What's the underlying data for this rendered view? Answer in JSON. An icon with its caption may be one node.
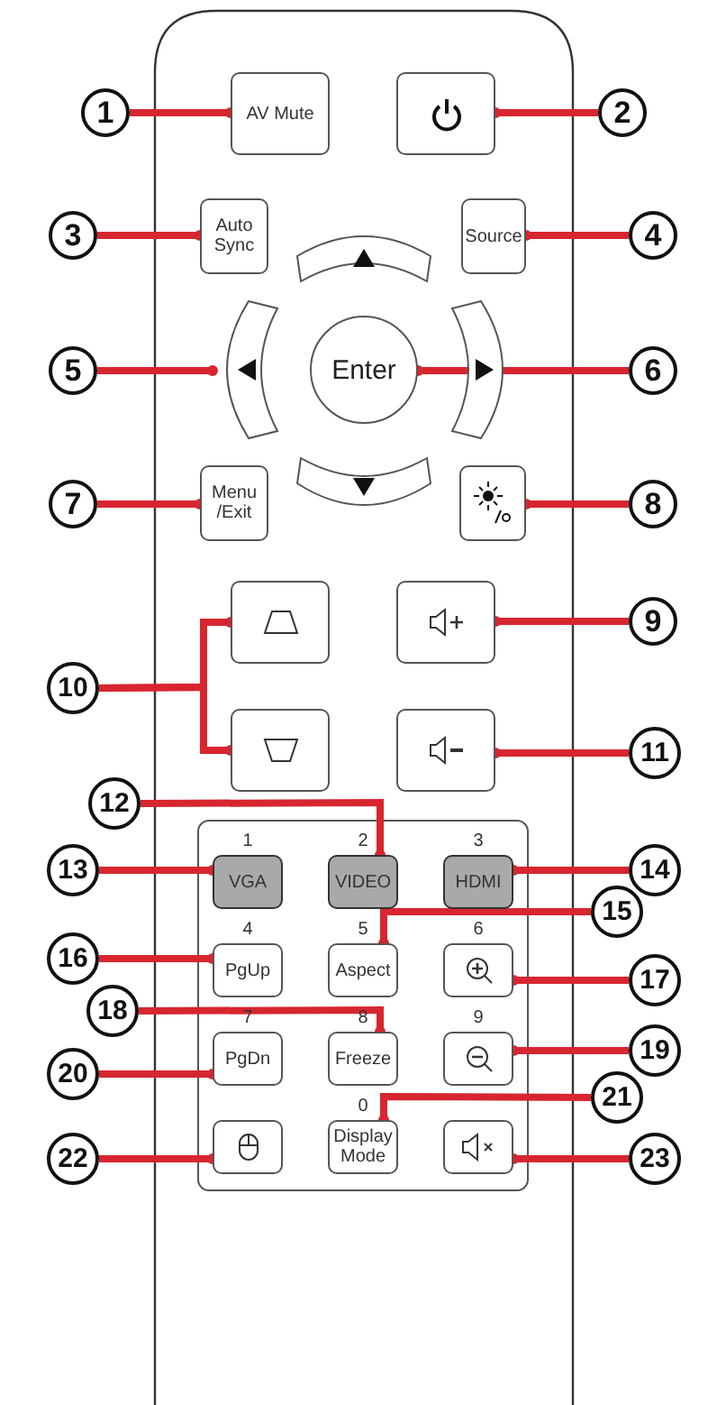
{
  "diagram": {
    "nodes": [
      {
        "text": [
          "1"
        ]
      },
      {
        "text": [
          "AV Mute"
        ]
      },
      {
        "text": [],
        "shape": "box"
      },
      {
        "text": [
          "2"
        ]
      },
      {
        "text": [
          "3"
        ]
      },
      {
        "text": [
          "Auto Sync"
        ]
      },
      {
        "text": [],
        "shape": "box"
      },
      {
        "text": [
          "Source"
        ]
      },
      {
        "text": [
          "4"
        ]
      },
      {
        "text": [
          "5"
        ]
      },
      {
        "text": [],
        "shape": "box"
      },
      {
        "text": [
          "Enter"
        ]
      },
      {
        "text": [],
        "shape": "box"
      },
      {
        "text": [
          "6"
        ]
      },
      {
        "text": [],
        "shape": "box"
      },
      {
        "text": [
          "7"
        ]
      },
      {
        "text": [
          "Menu /Exit"
        ]
      },
      {
        "text": [],
        "shape": "box"
      },
      {
        "text": [
          "8"
        ]
      },
      {
        "text": [],
        "shape": "box"
      },
      {
        "text": [],
        "shape": "box"
      },
      {
        "text": [
          "9"
        ]
      },
      {
        "text": [
          "10"
        ]
      },
      {
        "text": [],
        "shape": "box"
      },
      {
        "text": [],
        "shape": "box"
      },
      {
        "text": [
          "11"
        ]
      },
      {
        "text": [
          "12"
        ]
      },
      {
        "text": [
          "13"
        ]
      },
      {
        "text": [
          "VGA"
        ],
        "beside": [
          "1"
        ]
      },
      {
        "text": [
          "VIDEO"
        ],
        "beside": [
          "2"
        ]
      },
      {
        "text": [
          "HDMI"
        ],
        "beside": [
          "3"
        ]
      },
      {
        "text": [
          "14"
        ]
      },
      {
        "text": [
          "15"
        ]
      },
      {
        "text": [
          "16"
        ]
      },
      {
        "text": [
          "PgUp"
        ],
        "beside": [
          "4"
        ]
      },
      {
        "text": [
          "Aspect"
        ],
        "beside": [
          "5"
        ]
      },
      {
        "text": [],
        "shape": "box",
        "beside": [
          "6"
        ]
      },
      {
        "text": [
          "17"
        ]
      },
      {
        "text": [
          "18"
        ]
      },
      {
        "text": [
          "20"
        ]
      },
      {
        "text": [
          "PgDn"
        ],
        "beside": [
          "7"
        ]
      },
      {
        "text": [
          "Freeze"
        ],
        "beside": [
          "8"
        ]
      },
      {
        "text": [],
        "shape": "box",
        "beside": [
          "9"
        ]
      },
      {
        "text": [
          "19"
        ]
      },
      {
        "text": [
          "21"
        ]
      },
      {
        "text": [
          "22"
        ]
      },
      {
        "text": [],
        "shape": "box"
      },
      {
        "text": [
          "Display Mode"
        ],
        "beside": [
          "0"
        ]
      },
      {
        "text": [],
        "shape": "box"
      },
      {
        "text": [
          "23"
        ]
      }
    ],
    "edges": [
      {
        "from": 0,
        "to": 1,
        "arrow": "other"
      },
      {
        "from": 3,
        "to": 2,
        "arrow": "other"
      },
      {
        "from": 4,
        "to": 5,
        "arrow": "other"
      },
      {
        "from": 8,
        "to": 7,
        "arrow": "other"
      },
      {
        "from": 9,
        "to": 10,
        "arrow": "other"
      },
      {
        "from": 13,
        "to": 11,
        "arrow": "other"
      },
      {
        "from": 15,
        "to": 16,
        "arrow": "other"
      },
      {
        "from": 18,
        "to": 17,
        "arrow": "other"
      },
      {
        "from": 21,
        "to": 20,
        "arrow": "other"
      },
      {
        "from": 22,
        "to": 19,
        "arrow": "other"
      },
      {
        "from": 22,
        "to": 23,
        "arrow": "other"
      },
      {
        "from": 25,
        "to": 24,
        "arrow": "other"
      },
      {
        "from": 26,
        "to": 29,
        "arrow": "other"
      },
      {
        "from": 27,
        "to": 28,
        "arrow": "other"
      },
      {
        "from": 31,
        "to": 30,
        "arrow": "other"
      },
      {
        "from": 32,
        "to": 35,
        "arrow": "other"
      },
      {
        "from": 33,
        "to": 34,
        "arrow": "other"
      },
      {
        "from": 37,
        "to": 36,
        "arrow": "other"
      },
      {
        "from": 38,
        "to": 41,
        "arrow": "other"
      },
      {
        "from": 39,
        "to": 40,
        "arrow": "other"
      },
      {
        "from": 43,
        "to": 42,
        "arrow": "other"
      },
      {
        "from": 44,
        "to": 47,
        "arrow": "other"
      },
      {
        "from": 45,
        "to": 46,
        "arrow": "other"
      },
      {
        "from": 49,
        "to": 48,
        "arrow": "other"
      }
    ]
  }
}
